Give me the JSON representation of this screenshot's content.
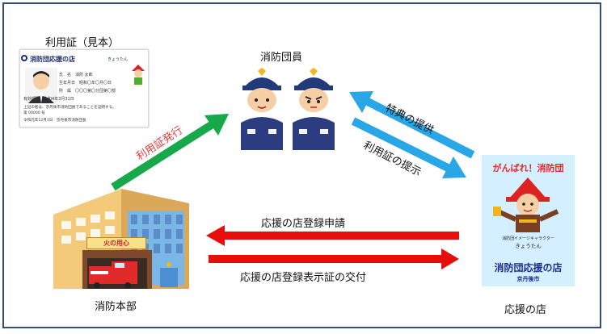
{
  "card": {
    "label": "利用証（見本）",
    "header": "消防団応援の店",
    "sub": "きょうたん",
    "rows": [
      "氏　名　消防 太郎",
      "生年月日　昭和〇年〇月〇日",
      "所　属　〇〇〇第〇分団第〇部",
      "有効期限　令和4年3月31日"
    ],
    "note": "上記の者は、京丹後市消防団員であることを証明する。",
    "number": "第 00000 号",
    "footer": "令和元年12月1日　京丹後市消防団長"
  },
  "nodes": {
    "members": "消防団員",
    "hq": "消防本部",
    "shop": "応援の店"
  },
  "arrows": {
    "issue": "利用証発行",
    "benefit": "特典の提供",
    "present": "利用証の提示",
    "apply": "応援の店登録申請",
    "deliver": "応援の店登録表示証の交付"
  },
  "poster": {
    "title": "がんばれ！消防団",
    "character": "消防団イメージキャラクター",
    "name": "きょうたん",
    "shop": "消防団応援の店",
    "city": "京丹後市"
  },
  "building": {
    "sign": "火の用心"
  },
  "colors": {
    "green": "#17a84a",
    "blue": "#29a6e6",
    "red": "#e60d0d",
    "frame": "#2f4f7a"
  }
}
